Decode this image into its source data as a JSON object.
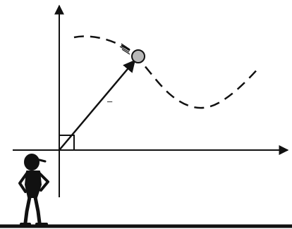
{
  "diagram": {
    "vector_label": "–",
    "colors": {
      "stroke": "#111111",
      "ball_fill": "#b8b8b8",
      "background": "#ffffff"
    },
    "elements": {
      "axes": "coordinate-axes",
      "ball": "gray-ball",
      "trajectory": "dashed-path",
      "vector": "position-vector-arrow",
      "right_angle": "right-angle-square",
      "figure": "cartoon-person-observer",
      "ground": "ground-line"
    }
  }
}
